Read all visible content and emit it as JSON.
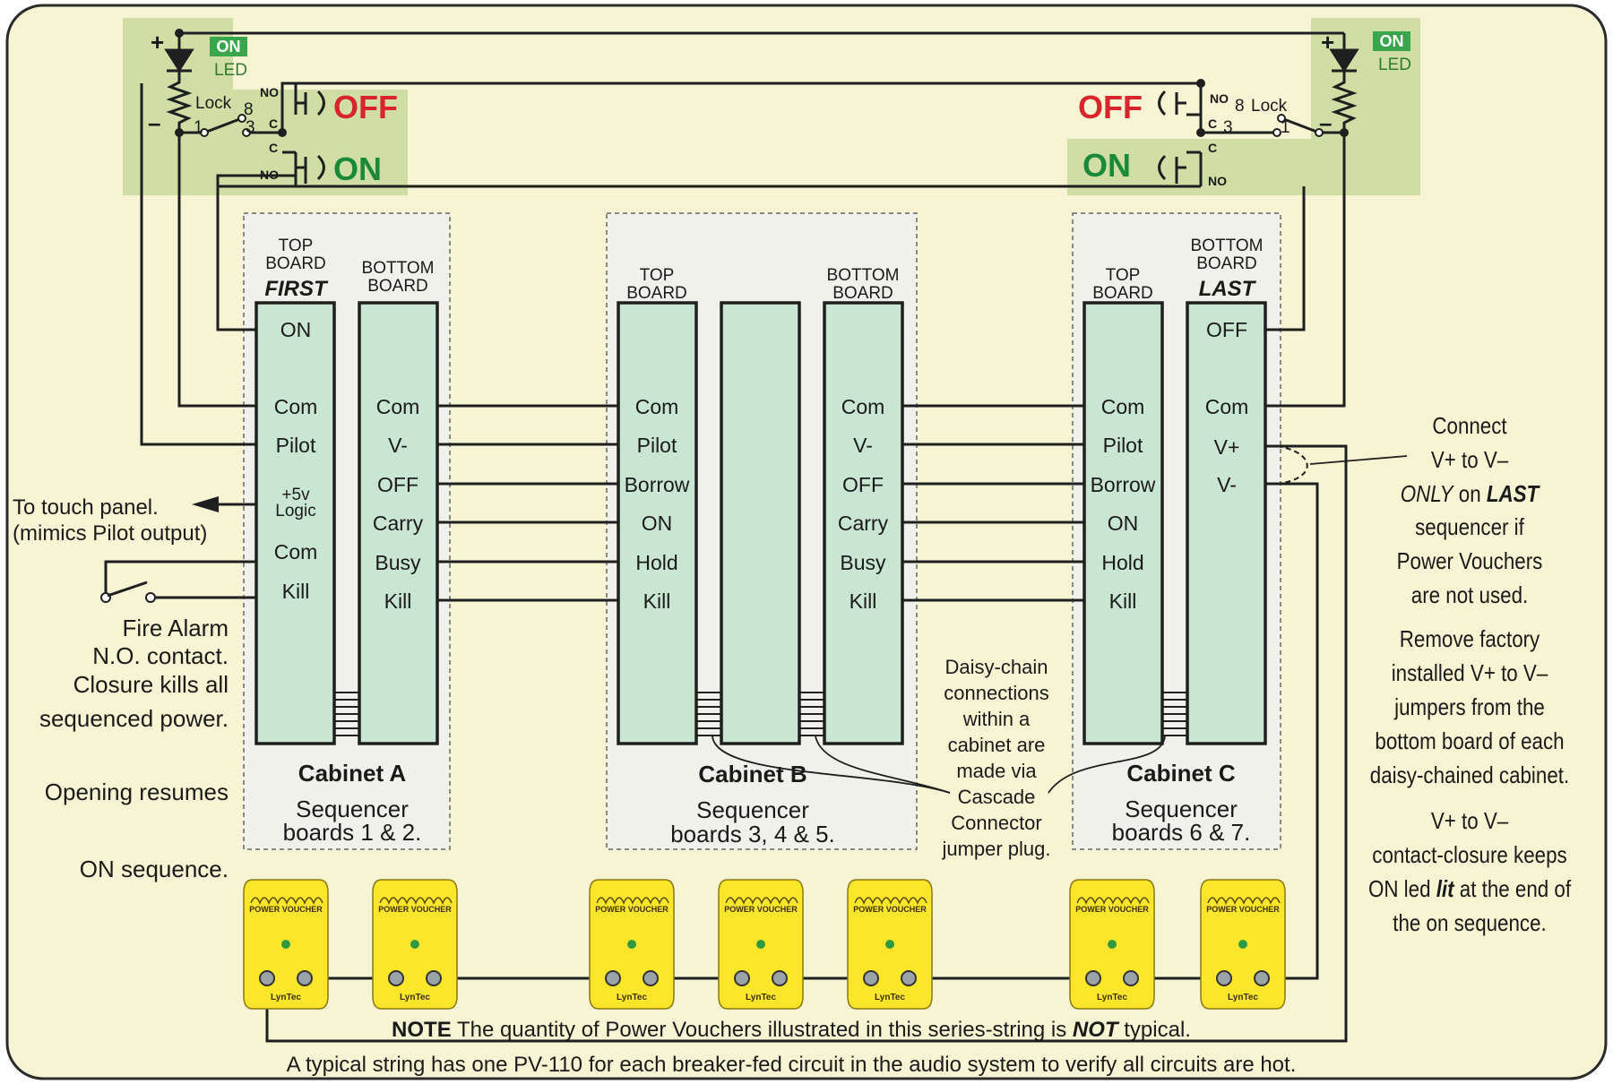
{
  "colors": {
    "background": "#f7f4d4",
    "frame": "#2b2b2b",
    "control_zone": "#c3d596",
    "board_fill": "#c9e6d2",
    "cabinet_fill": "#f1f1ec",
    "off_red": "#d8242a",
    "on_green": "#1a8a3a",
    "voucher_yellow": "#fbe62b",
    "led_green": "#2f9a3f"
  },
  "left_control": {
    "led_badge": "ON",
    "led_label": "LED",
    "plus": "+",
    "minus": "–",
    "lock": "Lock",
    "pin_8": "8",
    "pin_1": "1",
    "pin_3": "3",
    "no_top": "NO",
    "c_top": "C",
    "c_bottom": "C",
    "no_bottom": "NO",
    "off_label": "OFF",
    "on_label": "ON"
  },
  "right_control": {
    "led_badge": "ON",
    "led_label": "LED",
    "plus": "+",
    "minus": "–",
    "lock": "Lock",
    "pin_8": "8",
    "pin_1": "1",
    "pin_3": "3",
    "no_top": "NO",
    "c_top": "C",
    "c_bottom": "C",
    "no_bottom": "NO",
    "off_label": "OFF",
    "on_label": "ON"
  },
  "cabinets": {
    "a": {
      "title": "Cabinet A",
      "sub1": "Sequencer",
      "sub2": "boards 1 & 2.",
      "top_header1": "TOP",
      "top_header2": "BOARD",
      "top_tag": "FIRST",
      "bottom_header1": "BOTTOM",
      "bottom_header2": "BOARD",
      "top_pins": [
        "ON",
        "Com",
        "Pilot",
        "+5v",
        "Logic",
        "Com",
        "Kill"
      ],
      "bottom_pins": [
        "Com",
        "V-",
        "OFF",
        "Carry",
        "Busy",
        "Kill"
      ]
    },
    "b": {
      "title": "Cabinet B",
      "sub1": "Sequencer",
      "sub2": "boards 3, 4 & 5.",
      "top_header1": "TOP",
      "top_header2": "BOARD",
      "bottom_header1": "BOTTOM",
      "bottom_header2": "BOARD",
      "top_pins": [
        "Com",
        "Pilot",
        "Borrow",
        "ON",
        "Hold",
        "Kill"
      ],
      "bottom_pins": [
        "Com",
        "V-",
        "OFF",
        "Carry",
        "Busy",
        "Kill"
      ]
    },
    "c": {
      "title": "Cabinet C",
      "sub1": "Sequencer",
      "sub2": "boards 6 & 7.",
      "top_header1": "TOP",
      "top_header2": "BOARD",
      "bottom_header1": "BOTTOM",
      "bottom_header2": "BOARD",
      "bottom_tag": "LAST",
      "top_pins": [
        "Com",
        "Pilot",
        "Borrow",
        "ON",
        "Hold",
        "Kill"
      ],
      "bottom_pins": [
        "OFF",
        "Com",
        "V+",
        "V-"
      ]
    }
  },
  "left_notes": {
    "touch1": "To touch panel.",
    "touch2": "(mimics Pilot output)",
    "fire": [
      "Fire Alarm",
      "N.O. contact.",
      "Closure kills all",
      "sequenced power."
    ],
    "resume1": "Opening resumes",
    "resume2": "ON sequence."
  },
  "daisy_note": [
    "Daisy-chain",
    "connections",
    "within a",
    "cabinet are",
    "made via",
    "Cascade",
    "Connector",
    "jumper plug."
  ],
  "right_notes": {
    "connect": [
      "Connect",
      "V+ to V–"
    ],
    "only_pre": "ONLY",
    "only_mid": " on ",
    "only_last": "LAST",
    "connect_rest": [
      "sequencer if",
      "Power Vouchers",
      "are not used."
    ],
    "remove": [
      "Remove factory",
      "installed V+ to V–",
      "jumpers from the",
      "bottom board of each",
      "daisy-chained cabinet."
    ],
    "closure": [
      "V+ to V–",
      "contact-closure keeps"
    ],
    "lit_pre": "ON led ",
    "lit_word": "lit",
    "lit_post": " at the end of",
    "closure_end": "the on sequence."
  },
  "vouchers": {
    "brand": "POWER VOUCHER",
    "maker": "LynTec",
    "count": 7
  },
  "footer": {
    "note_word": "NOTE",
    "note_pre": " The quantity of Power Vouchers illustrated in this series-string is ",
    "note_not": "NOT",
    "note_post": " typical.",
    "line2": "A typical string has one PV-110 for each breaker-fed circuit in the audio system to verify all circuits are hot."
  }
}
